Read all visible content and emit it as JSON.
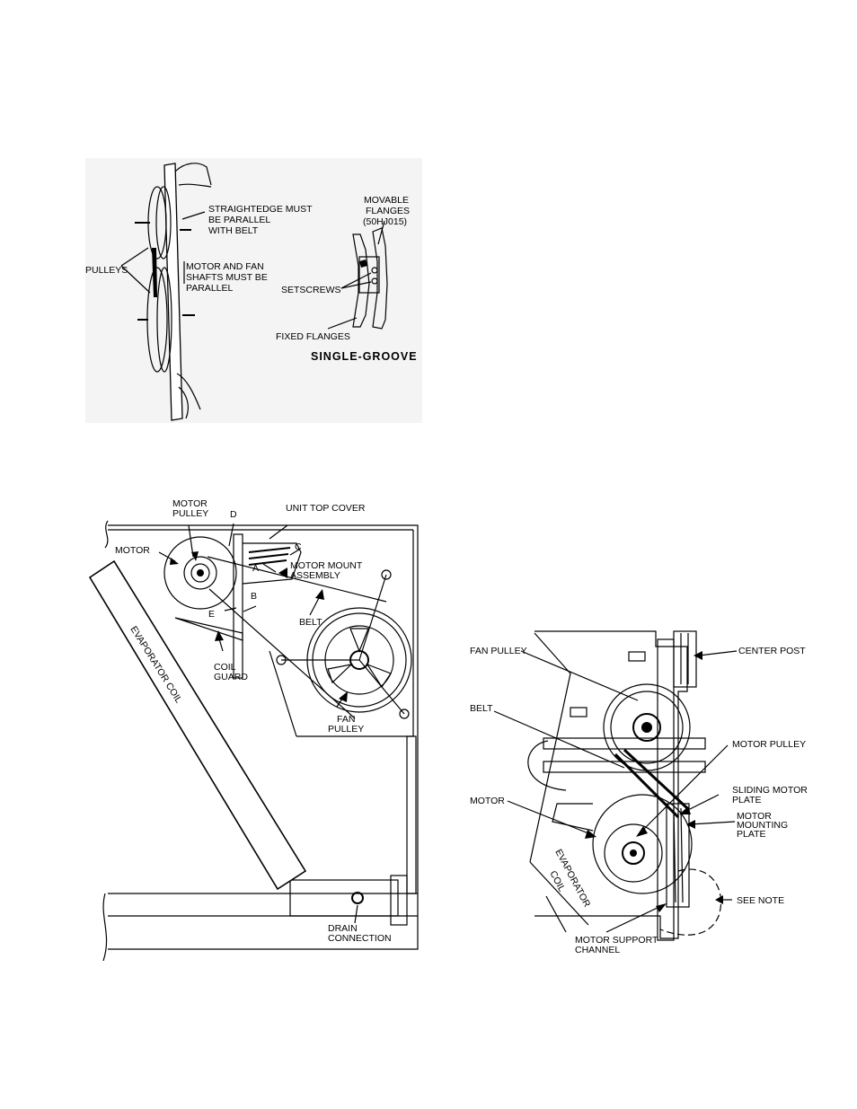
{
  "fig1": {
    "straightedge": [
      "STRAIGHTEDGE MUST",
      "BE PARALLEL",
      "WITH BELT"
    ],
    "pulleys": "PULLEYS",
    "shafts": [
      "MOTOR AND FAN",
      "SHAFTS MUST BE",
      "PARALLEL"
    ],
    "movable": [
      "MOVABLE",
      "FLANGES",
      "(50HJ015)"
    ],
    "setscrews": "SETSCREWS",
    "fixed": "FIXED FLANGES",
    "single_groove": "SINGLE-GROOVE"
  },
  "fig2": {
    "motor_pulley": [
      "MOTOR",
      "PULLEY"
    ],
    "d": "D",
    "unit_top_cover": "UNIT TOP COVER",
    "c": "C",
    "motor": "MOTOR",
    "a": "A",
    "motor_mount": [
      "MOTOR MOUNT",
      "ASSEMBLY"
    ],
    "b": "B",
    "e": "E",
    "belt": "BELT",
    "coil_guard": [
      "COIL",
      "GUARD"
    ],
    "evaporator_coil": "EVAPORATOR COIL",
    "fan_pulley": [
      "FAN",
      "PULLEY"
    ],
    "drain": [
      "DRAIN",
      "CONNECTION"
    ]
  },
  "fig3": {
    "fan_pulley": "FAN PULLEY",
    "center_post": "CENTER POST",
    "belt": "BELT",
    "motor_pulley": "MOTOR PULLEY",
    "motor": "MOTOR",
    "sliding_plate": [
      "SLIDING MOTOR",
      "PLATE"
    ],
    "mounting_plate": [
      "MOTOR",
      "MOUNTING",
      "PLATE"
    ],
    "evaporator_coil": [
      "EVAPORATOR",
      "COIL"
    ],
    "see_note": "SEE NOTE",
    "support_channel": [
      "MOTOR SUPPORT",
      "CHANNEL"
    ]
  }
}
